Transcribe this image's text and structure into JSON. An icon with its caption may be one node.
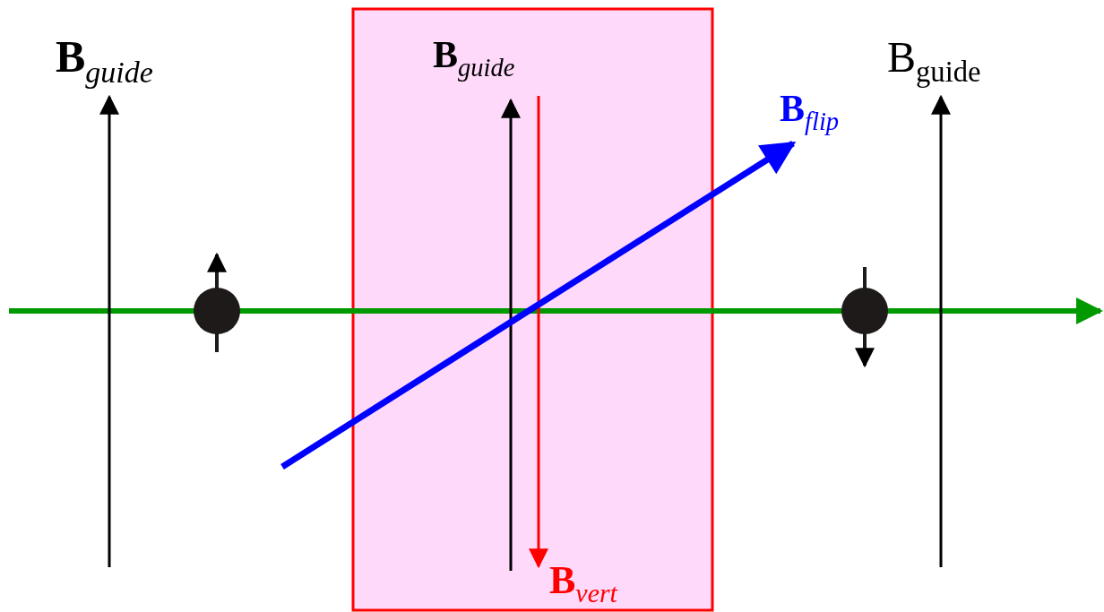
{
  "diagram": {
    "labels": [
      "**B**$_{guide}$",
      "**B**$_{guide}$",
      "B$_{guide}$",
      "**B**$_{flip}$",
      "**B**$_{vert}$"
    ]
  }
}
